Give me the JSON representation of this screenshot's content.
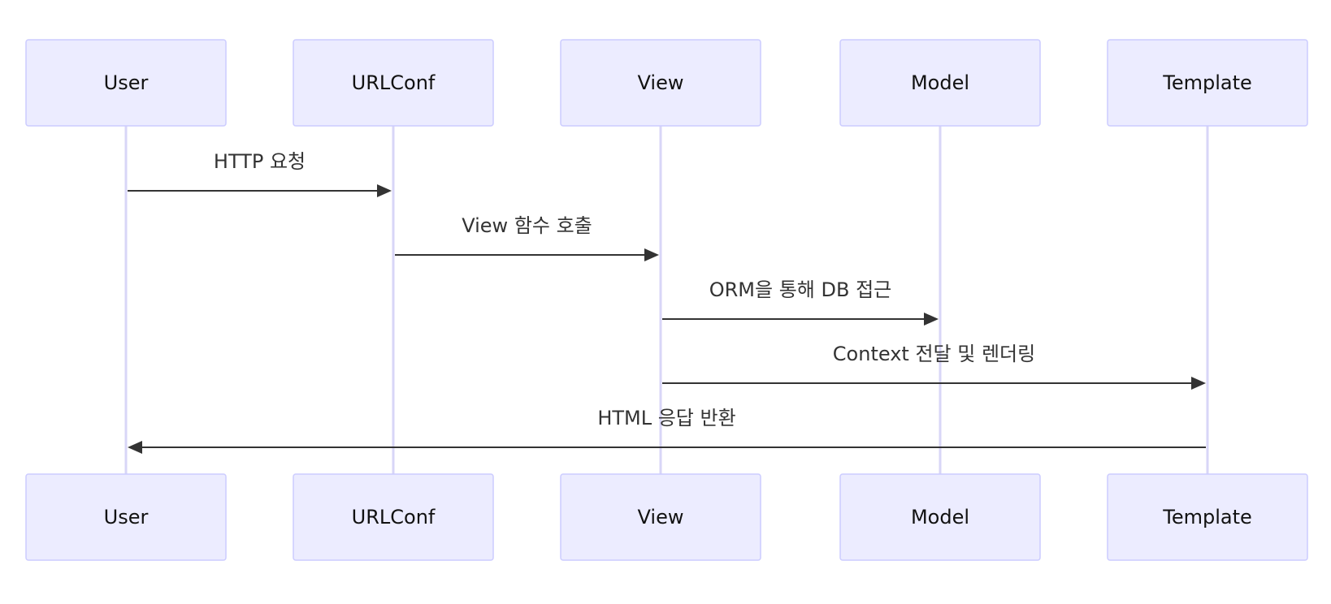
{
  "diagram": {
    "type": "sequence",
    "colors": {
      "actor_fill": "#ececff",
      "actor_border": "#ccccff",
      "lifeline": "#d8d6f7",
      "message": "#333333"
    },
    "participants": [
      {
        "id": "user",
        "label": "User"
      },
      {
        "id": "urlconf",
        "label": "URLConf"
      },
      {
        "id": "view",
        "label": "View"
      },
      {
        "id": "model",
        "label": "Model"
      },
      {
        "id": "template",
        "label": "Template"
      }
    ],
    "messages": [
      {
        "from": "user",
        "to": "urlconf",
        "label": "HTTP 요청"
      },
      {
        "from": "urlconf",
        "to": "view",
        "label": "View 함수 호출"
      },
      {
        "from": "view",
        "to": "model",
        "label": "ORM을 통해 DB 접근"
      },
      {
        "from": "view",
        "to": "template",
        "label": "Context 전달 및 렌더링"
      },
      {
        "from": "template",
        "to": "user",
        "label": "HTML 응답 반환"
      }
    ]
  }
}
